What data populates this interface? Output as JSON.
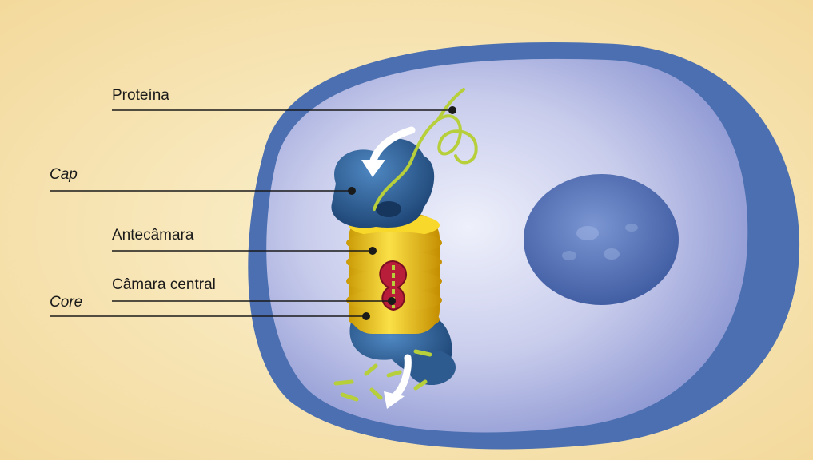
{
  "labels": {
    "proteina": "Proteína",
    "cap": "Cap",
    "antecamara": "Antecâmara",
    "camara_central": "Câmara central",
    "core": "Core"
  },
  "colors": {
    "background": "#f6dfa6",
    "cell_membrane": "#4f72b2",
    "cytoplasm": "#c4c8ea",
    "nucleus": "#4f6fb4",
    "proteasome_cap": "#2f5f96",
    "proteasome_core": "#f0cc1a",
    "central_chamber": "#b81d3a",
    "protein_chain": "#b6cf3a",
    "leader_line": "#1a1a1a"
  },
  "icons": [
    "arrow-in-icon",
    "arrow-out-icon"
  ]
}
